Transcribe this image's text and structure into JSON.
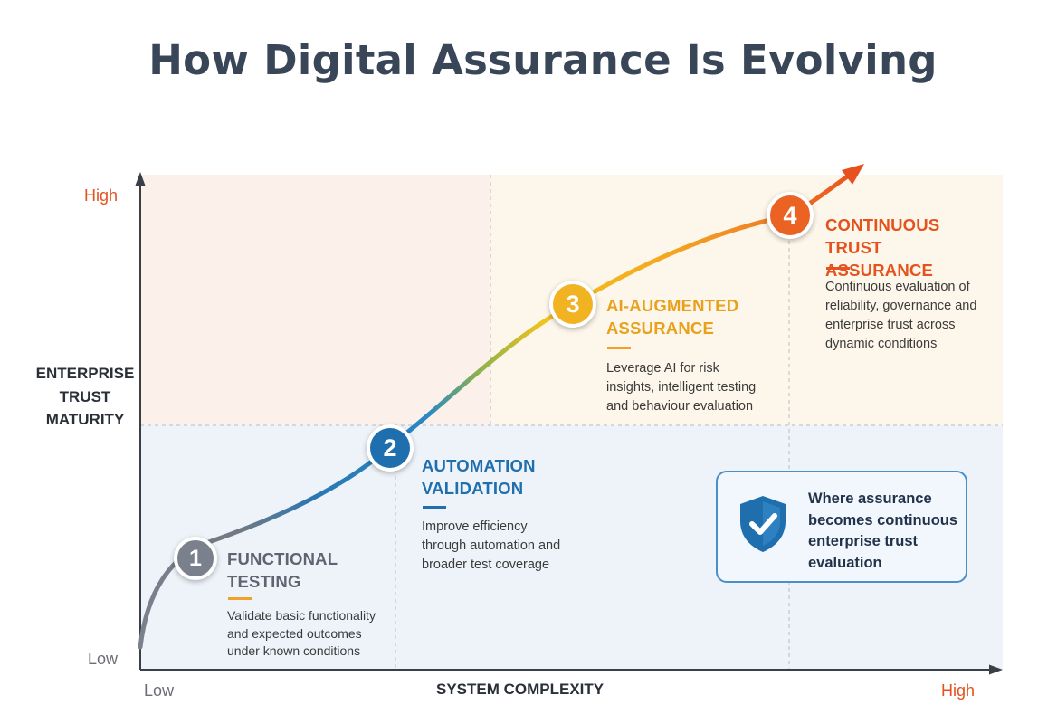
{
  "title": "How Digital Assurance Is Evolving",
  "axes": {
    "y_title": "ENTERPRISE TRUST MATURITY",
    "y_high": "High",
    "y_low": "Low",
    "x_title": "SYSTEM COMPLEXITY",
    "x_low": "Low",
    "x_high": "High"
  },
  "stages": [
    {
      "number": "1",
      "title": "FUNCTIONAL TESTING",
      "description": "Validate basic functionality and expected outcomes under known conditions",
      "color": "#7a808c"
    },
    {
      "number": "2",
      "title": "AUTOMATION VALIDATION",
      "description": "Improve efficiency through automation and broader test coverage",
      "color": "#1f6fae"
    },
    {
      "number": "3",
      "title": "AI-AUGMENTED ASSURANCE",
      "description": "Leverage AI for risk insights, intelligent testing and behaviour evaluation",
      "color": "#f2b322"
    },
    {
      "number": "4",
      "title": "CONTINUOUS TRUST ASSURANCE",
      "description": "Continuous evaluation of reliability, governance and enterprise trust across dynamic conditions",
      "color": "#eb6322"
    }
  ],
  "callout": {
    "text": "Where assurance becomes continuous enterprise trust evaluation",
    "icon": "shield-check-icon"
  },
  "colors": {
    "title": "#394658",
    "accent_orange": "#e4521d",
    "accent_blue": "#1f6fae",
    "stage1_text": "#5f6570",
    "stage3_text": "#e9a11c",
    "stage4_text": "#e4521d"
  }
}
